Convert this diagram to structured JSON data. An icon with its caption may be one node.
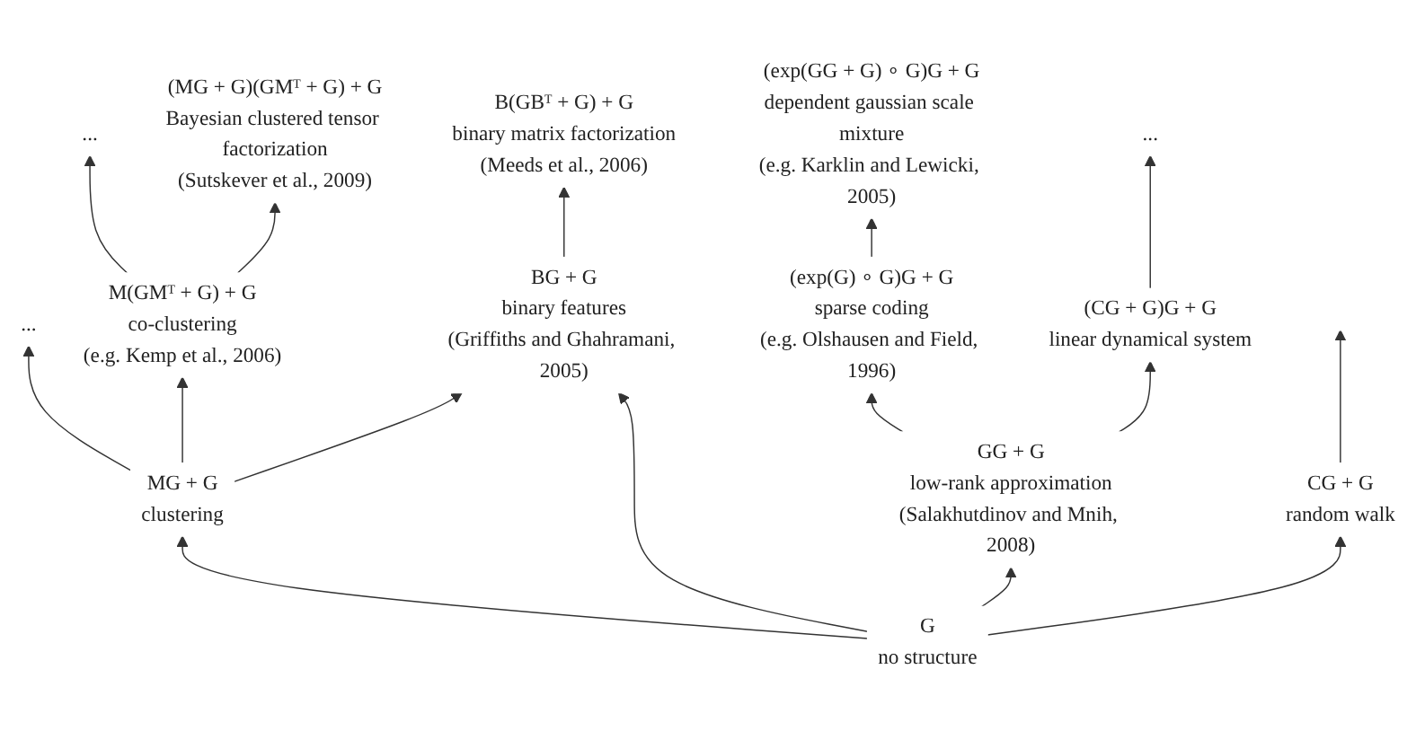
{
  "diagram": {
    "nodes": [
      {
        "text": [
          "(exp(GG + G) ∘ G)G + G",
          "dependent gaussian scale mixture",
          "(e.g. Karklin and Lewicki, 2005)"
        ]
      },
      {
        "text": [
          "(MG + G)(GMᵀ + G) + G",
          "Bayesian clustered tensor factorization",
          "(Sutskever et al., 2009)"
        ]
      },
      {
        "text": [
          "B(GBᵀ + G) + G",
          "binary matrix factorization",
          "(Meeds et al., 2006)"
        ]
      },
      {
        "text": [
          "(exp(G) ∘ G)G + G",
          "sparse coding",
          "(e.g. Olshausen and Field, 1996)"
        ]
      },
      {
        "text": [
          "..."
        ]
      },
      {
        "text": [
          "..."
        ]
      },
      {
        "text": [
          "M(GMᵀ + G) + G",
          "co-clustering",
          "(e.g. Kemp et al., 2006)"
        ]
      },
      {
        "text": [
          "BG + G",
          "binary features",
          "(Griffiths and Ghahramani, 2005)"
        ]
      },
      {
        "text": [
          "GG + G",
          "low-rank approximation",
          "(Salakhutdinov and Mnih, 2008)"
        ]
      },
      {
        "text": [
          "(CG + G)G + G",
          "linear dynamical system"
        ]
      },
      {
        "text": [
          "..."
        ]
      },
      {
        "text": [
          "MG + G",
          "clustering"
        ]
      },
      {
        "text": [
          "CG + G",
          "random walk"
        ]
      },
      {
        "text": [
          "G",
          "no structure"
        ]
      }
    ],
    "edges": [
      {
        "from": 13,
        "to": 11,
        "arrow": "to"
      },
      {
        "from": 13,
        "to": 7,
        "arrow": "to"
      },
      {
        "from": 13,
        "to": 8,
        "arrow": "to"
      },
      {
        "from": 13,
        "to": 12,
        "arrow": "to"
      },
      {
        "from": 11,
        "to": 10,
        "arrow": "to"
      },
      {
        "from": 11,
        "to": 6,
        "arrow": "to"
      },
      {
        "from": 11,
        "to": 7,
        "arrow": "to"
      },
      {
        "from": 6,
        "to": 4,
        "arrow": "to"
      },
      {
        "from": 6,
        "to": 1,
        "arrow": "to"
      },
      {
        "from": 7,
        "to": 2,
        "arrow": "to"
      },
      {
        "from": 8,
        "to": 3,
        "arrow": "to"
      },
      {
        "from": 3,
        "to": 0,
        "arrow": "to"
      },
      {
        "from": 8,
        "to": 9,
        "arrow": "to"
      },
      {
        "from": 9,
        "to": 5,
        "arrow": "to"
      },
      {
        "from": 12,
        "to": null,
        "arrow": "to"
      }
    ]
  }
}
